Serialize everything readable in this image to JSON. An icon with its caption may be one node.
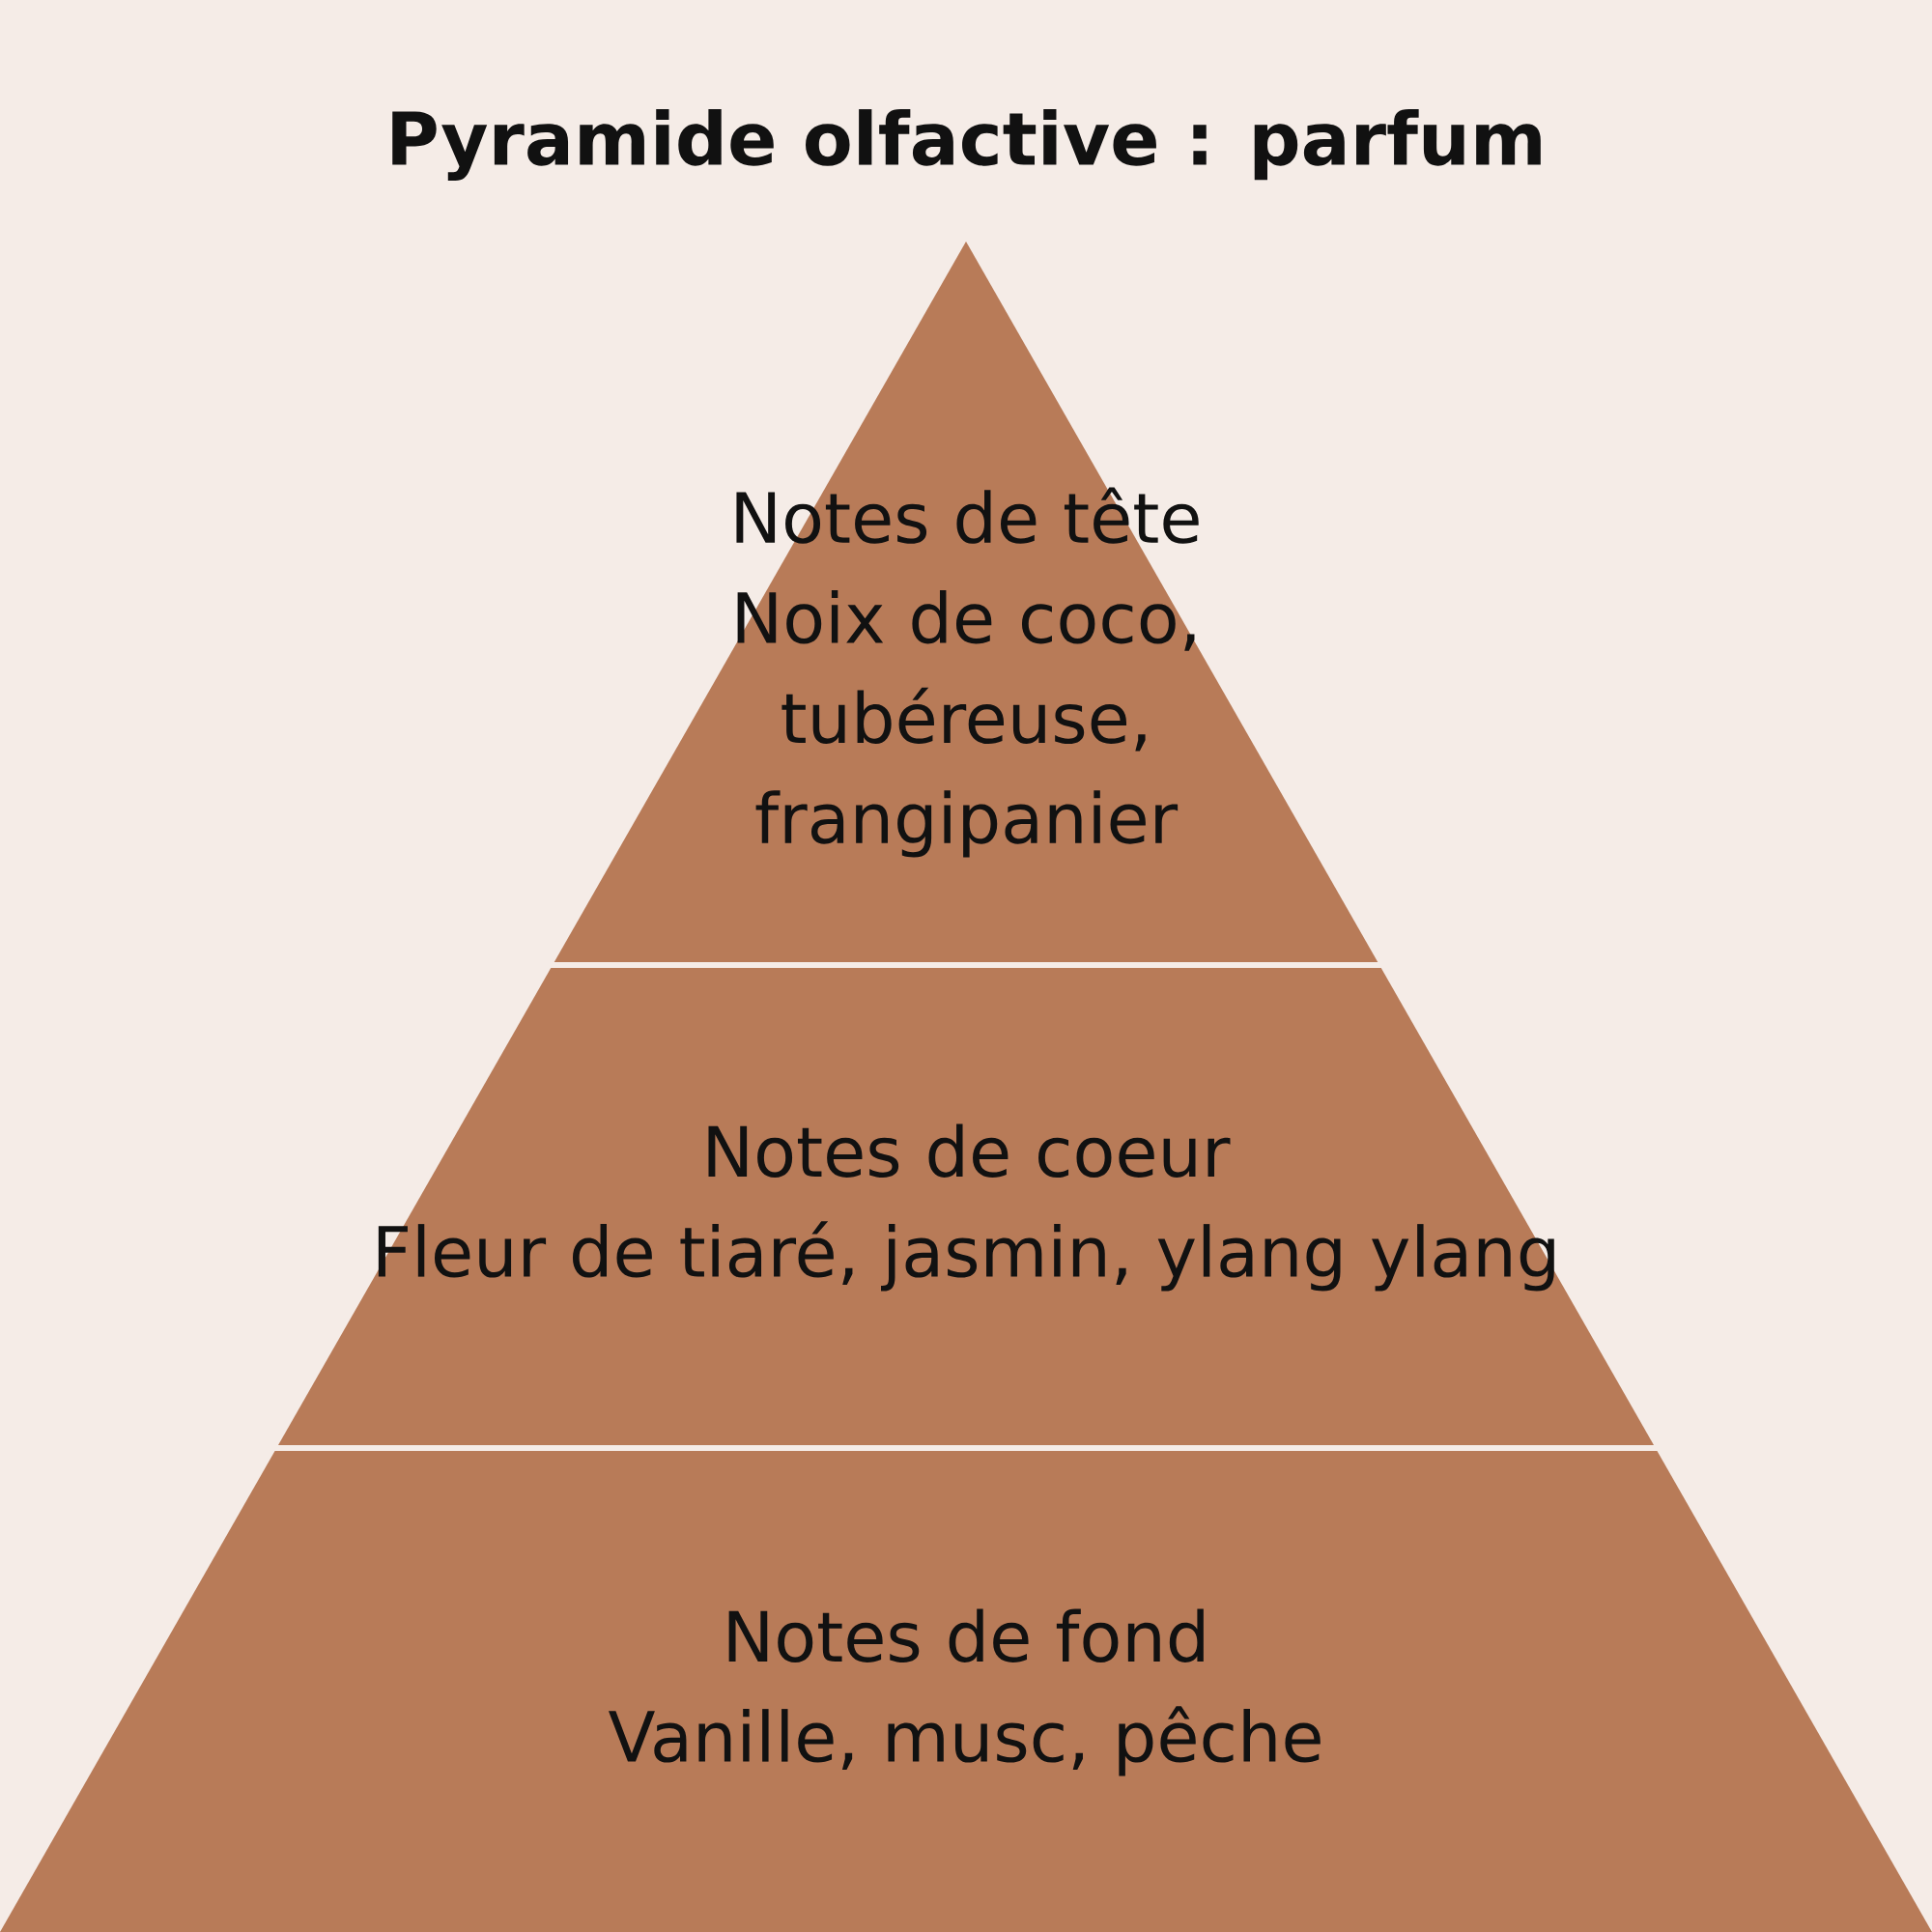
{
  "diagram": {
    "title": "Pyramide olfactive : parfum",
    "nodes": [
      {
        "text": [
          "Notes de tête",
          "Noix de coco, tubéreuse, frangipanier"
        ]
      },
      {
        "text": [
          "Notes de coeur",
          "Fleur de tiaré, jasmin, ylang ylang"
        ]
      },
      {
        "text": [
          "Notes de fond",
          "Vanille, musc, pêche"
        ]
      }
    ]
  }
}
